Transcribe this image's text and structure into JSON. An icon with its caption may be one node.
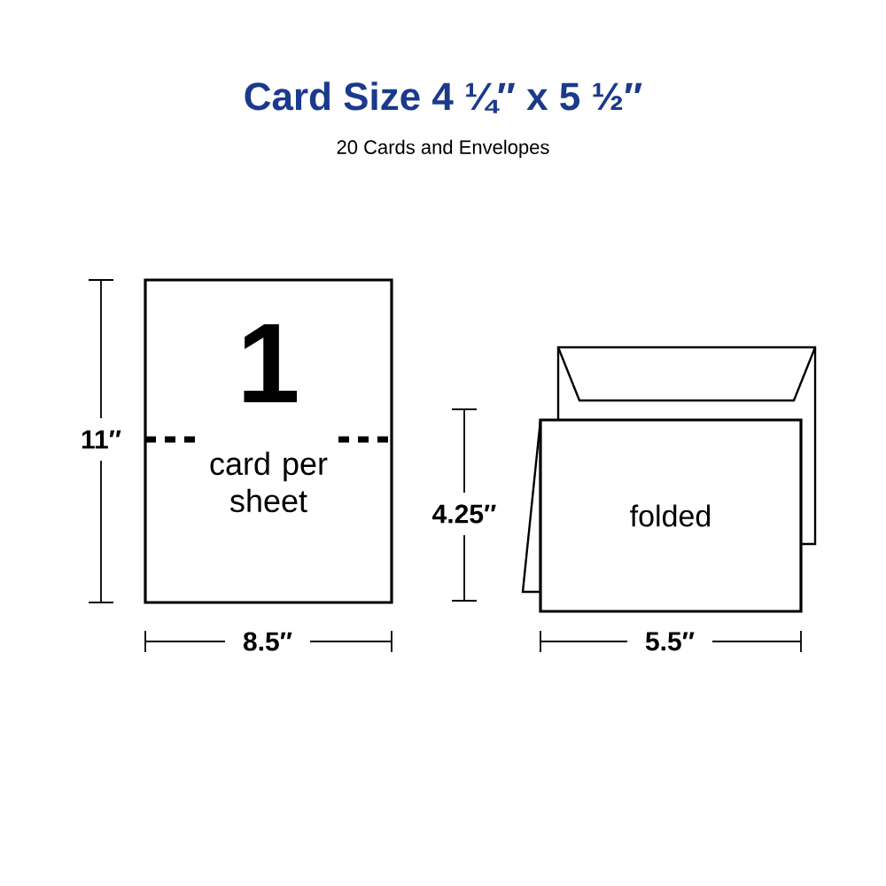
{
  "diagram": {
    "title": "Card Size 4 ¼″ x 5 ½″",
    "nodes": [
      {
        "text": [
          "1",
          "card per sheet"
        ]
      },
      {
        "text": [],
        "shape": "box"
      },
      {
        "text": [
          "folded"
        ]
      }
    ],
    "edges": [],
    "labels": [
      "20 Cards and Envelopes",
      "11″",
      "8.5″",
      "4.25″",
      "5.5″"
    ]
  }
}
